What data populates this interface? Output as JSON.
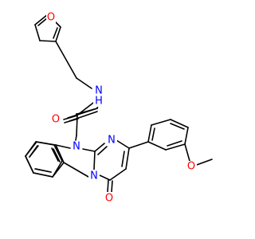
{
  "molecule": {
    "atoms": {
      "furan_o": "O",
      "amide_nh": "N\nH",
      "amide_n": "N",
      "amide_h": "H",
      "amide_o": "O",
      "ring_n_top": "N",
      "ring_n_right": "N",
      "ring_n_bottom": "N",
      "ketone_o": "O",
      "methoxy_o": "O"
    },
    "colors": {
      "oxygen": "#ff0000",
      "nitrogen": "#0000ff",
      "carbon_bond": "#000000",
      "background": "#ffffff"
    }
  }
}
